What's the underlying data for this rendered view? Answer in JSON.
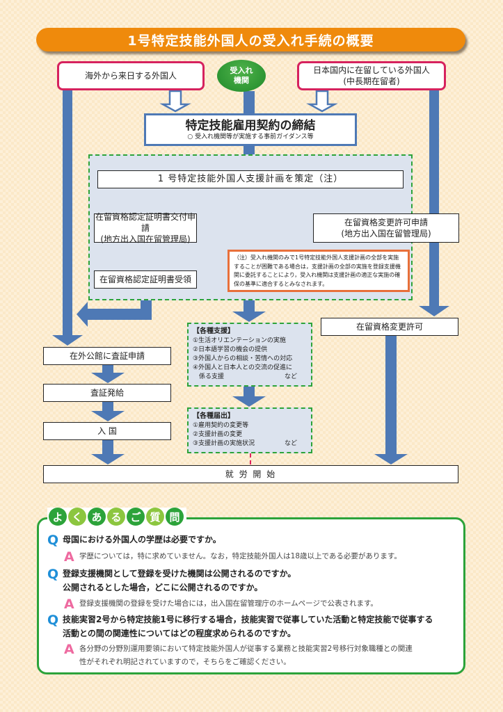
{
  "title": "1号特定技能外国人の受入れ手続の概要",
  "flow": {
    "overseas": "海外から来日する外国人",
    "host_org": [
      "受入れ",
      "機関"
    ],
    "domestic": [
      "日本国内に在留している外国人",
      "(中長期在留者)"
    ],
    "contract": {
      "title": "特定技能雇用契約の締結",
      "subtitle": "○ 受入れ機関等が実施する事前ガイダンス等"
    },
    "support_plan": "1 号特定技能外国人支援計画を策定（注）",
    "coe_application": [
      "在留資格認定証明書交付申請",
      "(地方出入国在留管理局)"
    ],
    "change_application": [
      "在留資格変更許可申請",
      "(地方出入国在留管理局)"
    ],
    "coe_receipt": "在留資格認定証明書受領",
    "note": "（注）受入れ機関のみで1号特定技能外国人支援計画の全部を実施することが困難である場合は，支援計画の全部の実施を登録支援機関に委託することにより，受入れ機関は支援計画の適正な実施の確保の基準に適合するとみなされます。",
    "change_permit": "在留資格変更許可",
    "visa_application": "在外公館に査証申請",
    "visa_issue": "査証発給",
    "entry": "入 国",
    "support": {
      "heading": "【各種支援】",
      "items": [
        "①生活オリエンテーションの実施",
        "②日本語学習の機会の提供",
        "③外国人からの相談・苦情への対応",
        "④外国人と日本人との交流の促進に"
      ],
      "last_line": "係る支援",
      "etc": "など"
    },
    "notifications": {
      "heading": "【各種届出】",
      "items": [
        "①雇用契約の変更等",
        "②支援計画の変更"
      ],
      "last_line": "③支援計画の実施状況",
      "etc": "など"
    },
    "start_work": "就 労 開 始"
  },
  "faq": {
    "title_chars": [
      "よ",
      "く",
      "あ",
      "る",
      "ご",
      "質",
      "問"
    ],
    "title_colors": [
      "#2ca33a",
      "#8cc63f",
      "#2ca33a",
      "#8cc63f",
      "#2ca33a",
      "#8cc63f",
      "#2ca33a"
    ],
    "q_mark": "Q",
    "a_mark": "A",
    "items": [
      {
        "q": [
          "母国における外国人の学歴は必要ですか。"
        ],
        "a": [
          "学歴については，特に求めていません。なお，特定技能外国人は18歳以上である必要があります。"
        ]
      },
      {
        "q": [
          "登録支援機関として登録を受けた機関は公開されるのですか。",
          "公開されるとした場合，どこに公開されるのですか。"
        ],
        "a": [
          "登録支援機関の登録を受けた場合には，出入国在留管理庁のホームページで公表されます。"
        ]
      },
      {
        "q": [
          "技能実習2号から特定技能1号に移行する場合，技能実習で従事していた活動と特定技能で従事する",
          "活動との間の関連性についてはどの程度求められるのですか。"
        ],
        "a": [
          "各分野の分野別運用要領において特定技能外国人が従事する業務と技能実習2号移行対象職種との関連",
          "性がそれぞれ明記されていますので，そちらをご確認ください。"
        ]
      }
    ]
  },
  "colors": {
    "title_orange": "#ef8a0c",
    "arrow_blue": "#4e79b5",
    "pink_border": "#d6225e",
    "green": "#2ca33a",
    "note_orange": "#e8703a",
    "q_blue": "#1f8fd8",
    "a_pink": "#ee6aa0"
  }
}
